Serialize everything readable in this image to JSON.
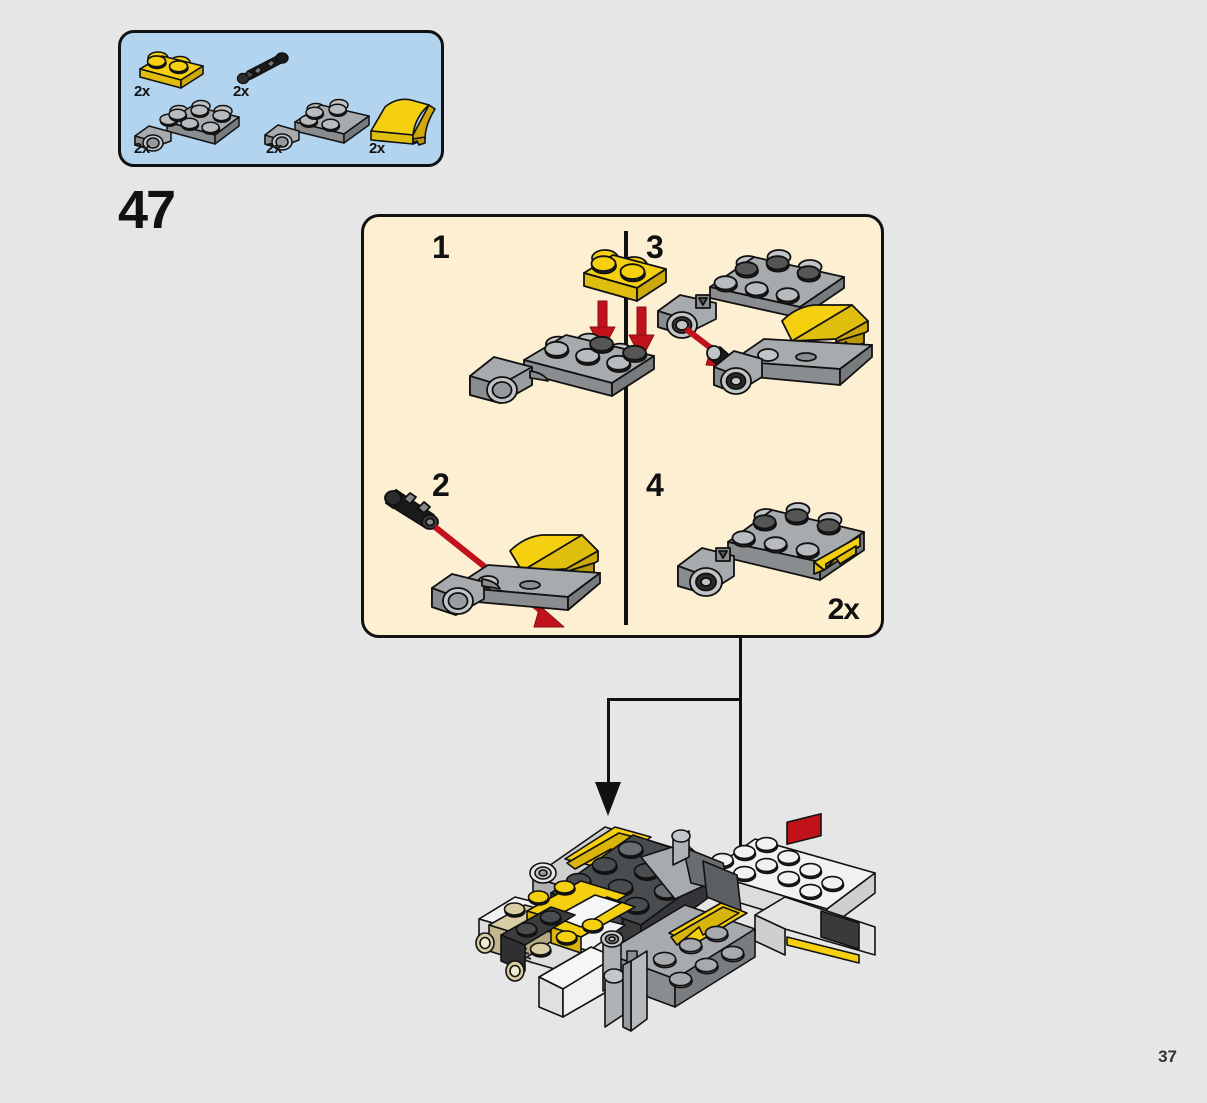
{
  "page": {
    "page_number": "37",
    "background_color": "#e6e6e6"
  },
  "step": {
    "number": "47"
  },
  "parts_bin": {
    "background_color": "#b3d4ef",
    "border_color": "#111111",
    "parts": [
      {
        "name": "plate-1x2-yellow",
        "qty": "2x",
        "color": "#f5d010"
      },
      {
        "name": "pin-with-friction-black",
        "qty": "2x",
        "color": "#1a1a1a"
      },
      {
        "name": "plate-modified-2x4-light-gray-left",
        "qty": "2x",
        "color": "#a0a3a6"
      },
      {
        "name": "plate-modified-2x4-light-gray-right",
        "qty": "2x",
        "color": "#a0a3a6"
      },
      {
        "name": "slope-curved-2x2-yellow",
        "qty": "2x",
        "color": "#f5d010"
      }
    ]
  },
  "substeps_panel": {
    "background_color": "#fcefd2",
    "border_color": "#111111",
    "quantity_label": "2x",
    "steps": [
      {
        "number": "1",
        "description": "Attach yellow 1x2 plate onto gray plate"
      },
      {
        "number": "2",
        "description": "Insert black pin into gray plate with yellow slope"
      },
      {
        "number": "3",
        "description": "Connect second gray plate onto pin"
      },
      {
        "number": "4",
        "description": "Completed sub-assembly"
      }
    ]
  },
  "model": {
    "name": "main-assembly",
    "callout_arrows": 2
  },
  "colors": {
    "lego_yellow": "#f5d010",
    "lego_yellow_dark": "#d4b00c",
    "lego_gray": "#a0a3a6",
    "lego_gray_dark": "#7d8083",
    "lego_dark_gray": "#5b5e60",
    "lego_black": "#1a1a1a",
    "lego_white": "#f4f4f4",
    "lego_tan": "#d8cda4",
    "arrow_red": "#c1121c",
    "outline": "#111111"
  }
}
